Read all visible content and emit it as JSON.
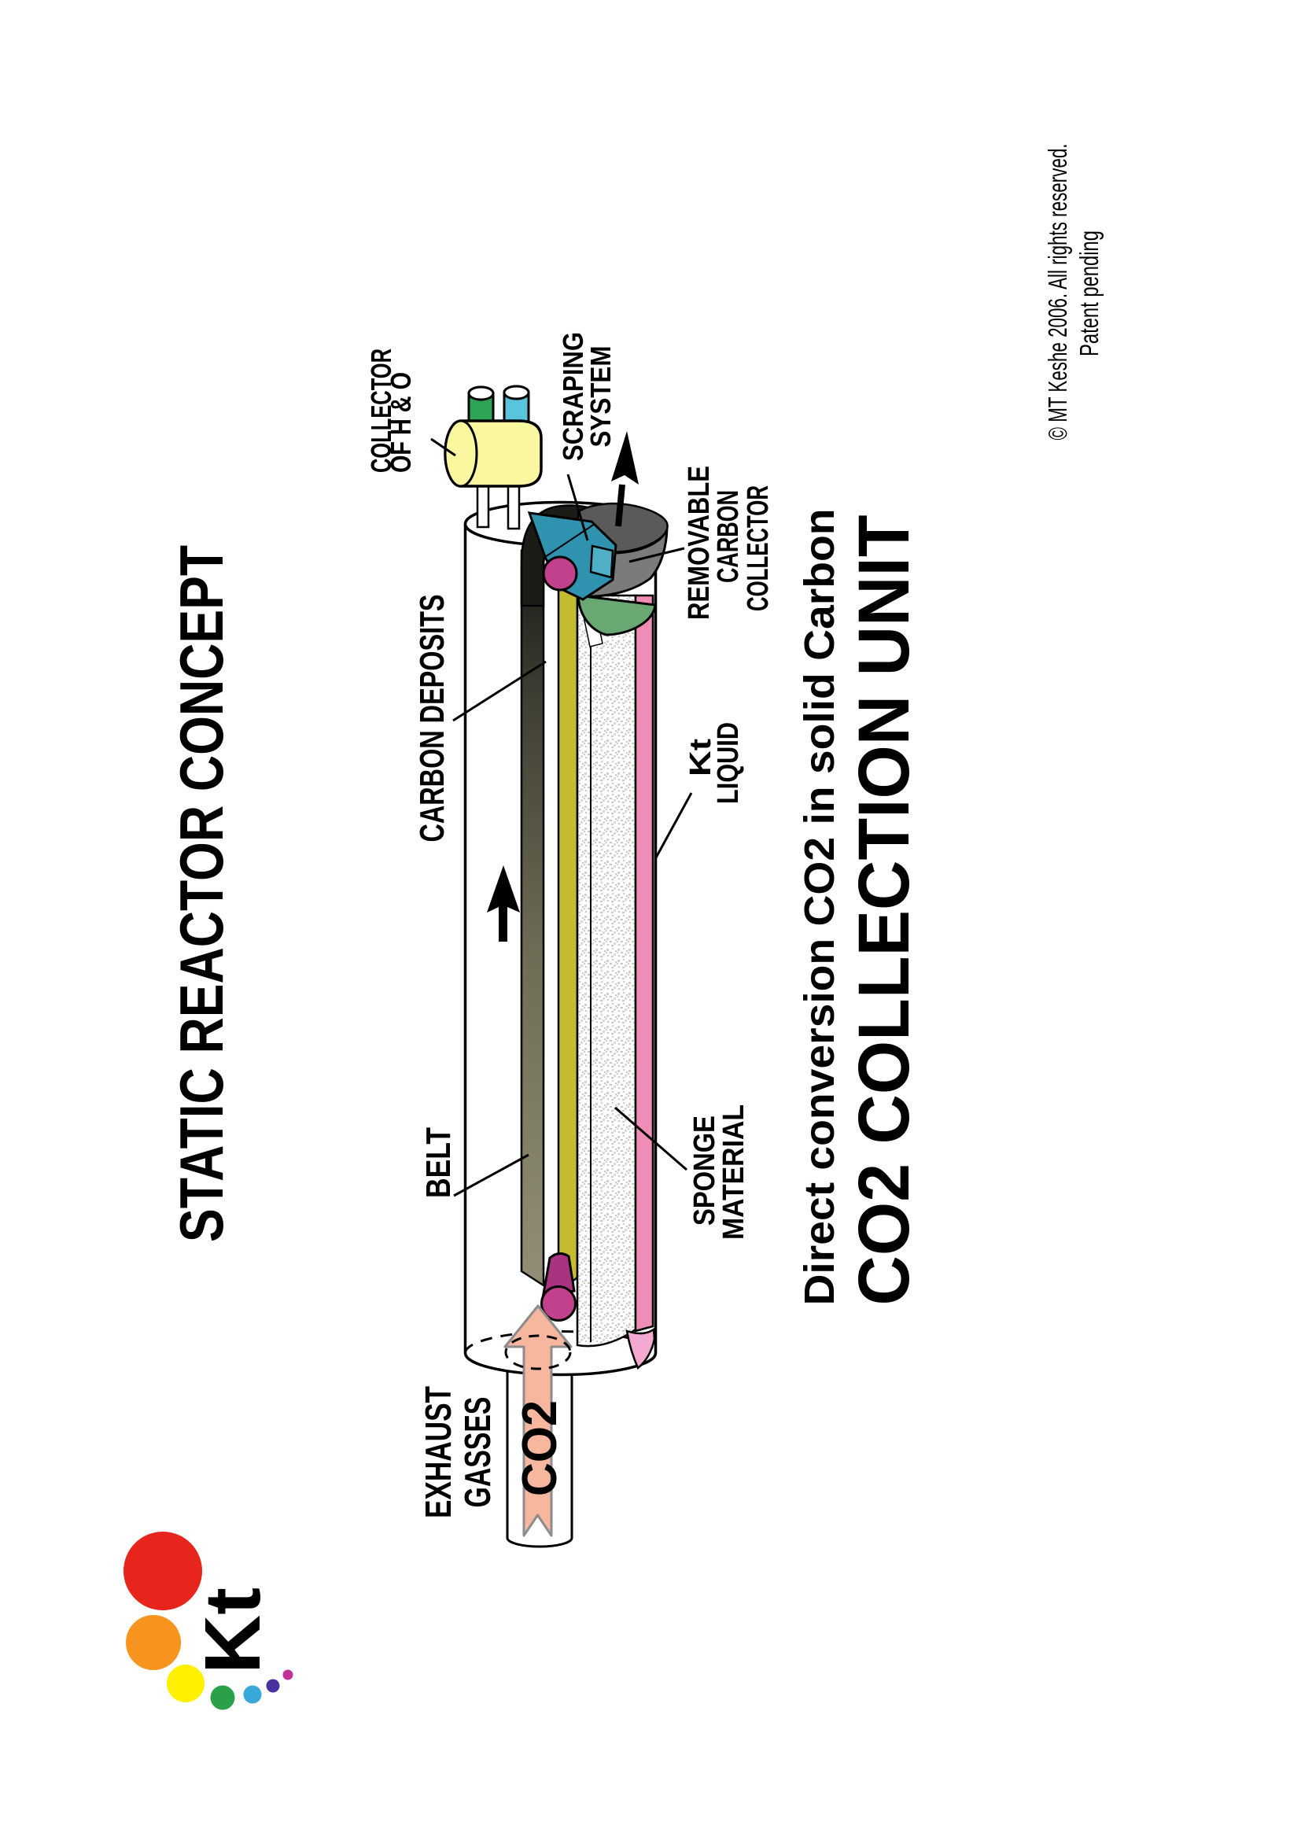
{
  "header": {
    "title": "STATIC REACTOR CONCEPT"
  },
  "captions": {
    "subtitle": "Direct conversion CO2 in solid Carbon",
    "main_title": "CO2 COLLECTION UNIT"
  },
  "footer": {
    "copyright": "© MT Keshe 2006. All rights reserved.",
    "patent": "Patent pending"
  },
  "logo": {
    "text": "Kt"
  },
  "diagram": {
    "labels": {
      "collector_line1": "COLLECTOR",
      "collector_line2": "OF H & O",
      "scraping_line1": "SCRAPING",
      "scraping_line2": "SYSTEM",
      "carbon_deposits": "CARBON DEPOSITS",
      "removable_line1": "REMOVABLE",
      "removable_line2": "CARBON",
      "removable_line3": "COLLECTOR",
      "kt_liquid_line1": "Kt",
      "kt_liquid_line2": "LIQUID",
      "belt": "BELT",
      "sponge_line1": "SPONGE",
      "sponge_line2": "MATERIAL",
      "exhaust_line1": "EXHAUST",
      "exhaust_line2": "GASSES",
      "co2": "CO2"
    },
    "colors": {
      "tank_yellow": "#FAF7A0",
      "tube_green": "#2DA556",
      "tube_cyan": "#59C5DC",
      "scraper_teal": "#2F93B0",
      "scraper_teal_light": "#4FAFC6",
      "roller_magenta": "#C2418D",
      "roller_magenta_dark": "#A93380",
      "collector_gray": "#7B7B7B",
      "collector_gray_top": "#5A5A5A",
      "wedge_green": "#6AA873",
      "belt_yellow": "#C3BC2E",
      "liquid_pink": "#EF8DB6",
      "liquid_pink_light": "#F3A8D2",
      "co2_salmon": "#F7B79F",
      "subtitle_green": "#12A14B",
      "logo_red": "#E8251C",
      "logo_orange": "#F7941E",
      "logo_yellow": "#FFF100",
      "logo_green": "#2AA148",
      "logo_cyan": "#38A8D8",
      "logo_purple": "#4A31A0",
      "logo_magenta": "#C22F96"
    }
  }
}
